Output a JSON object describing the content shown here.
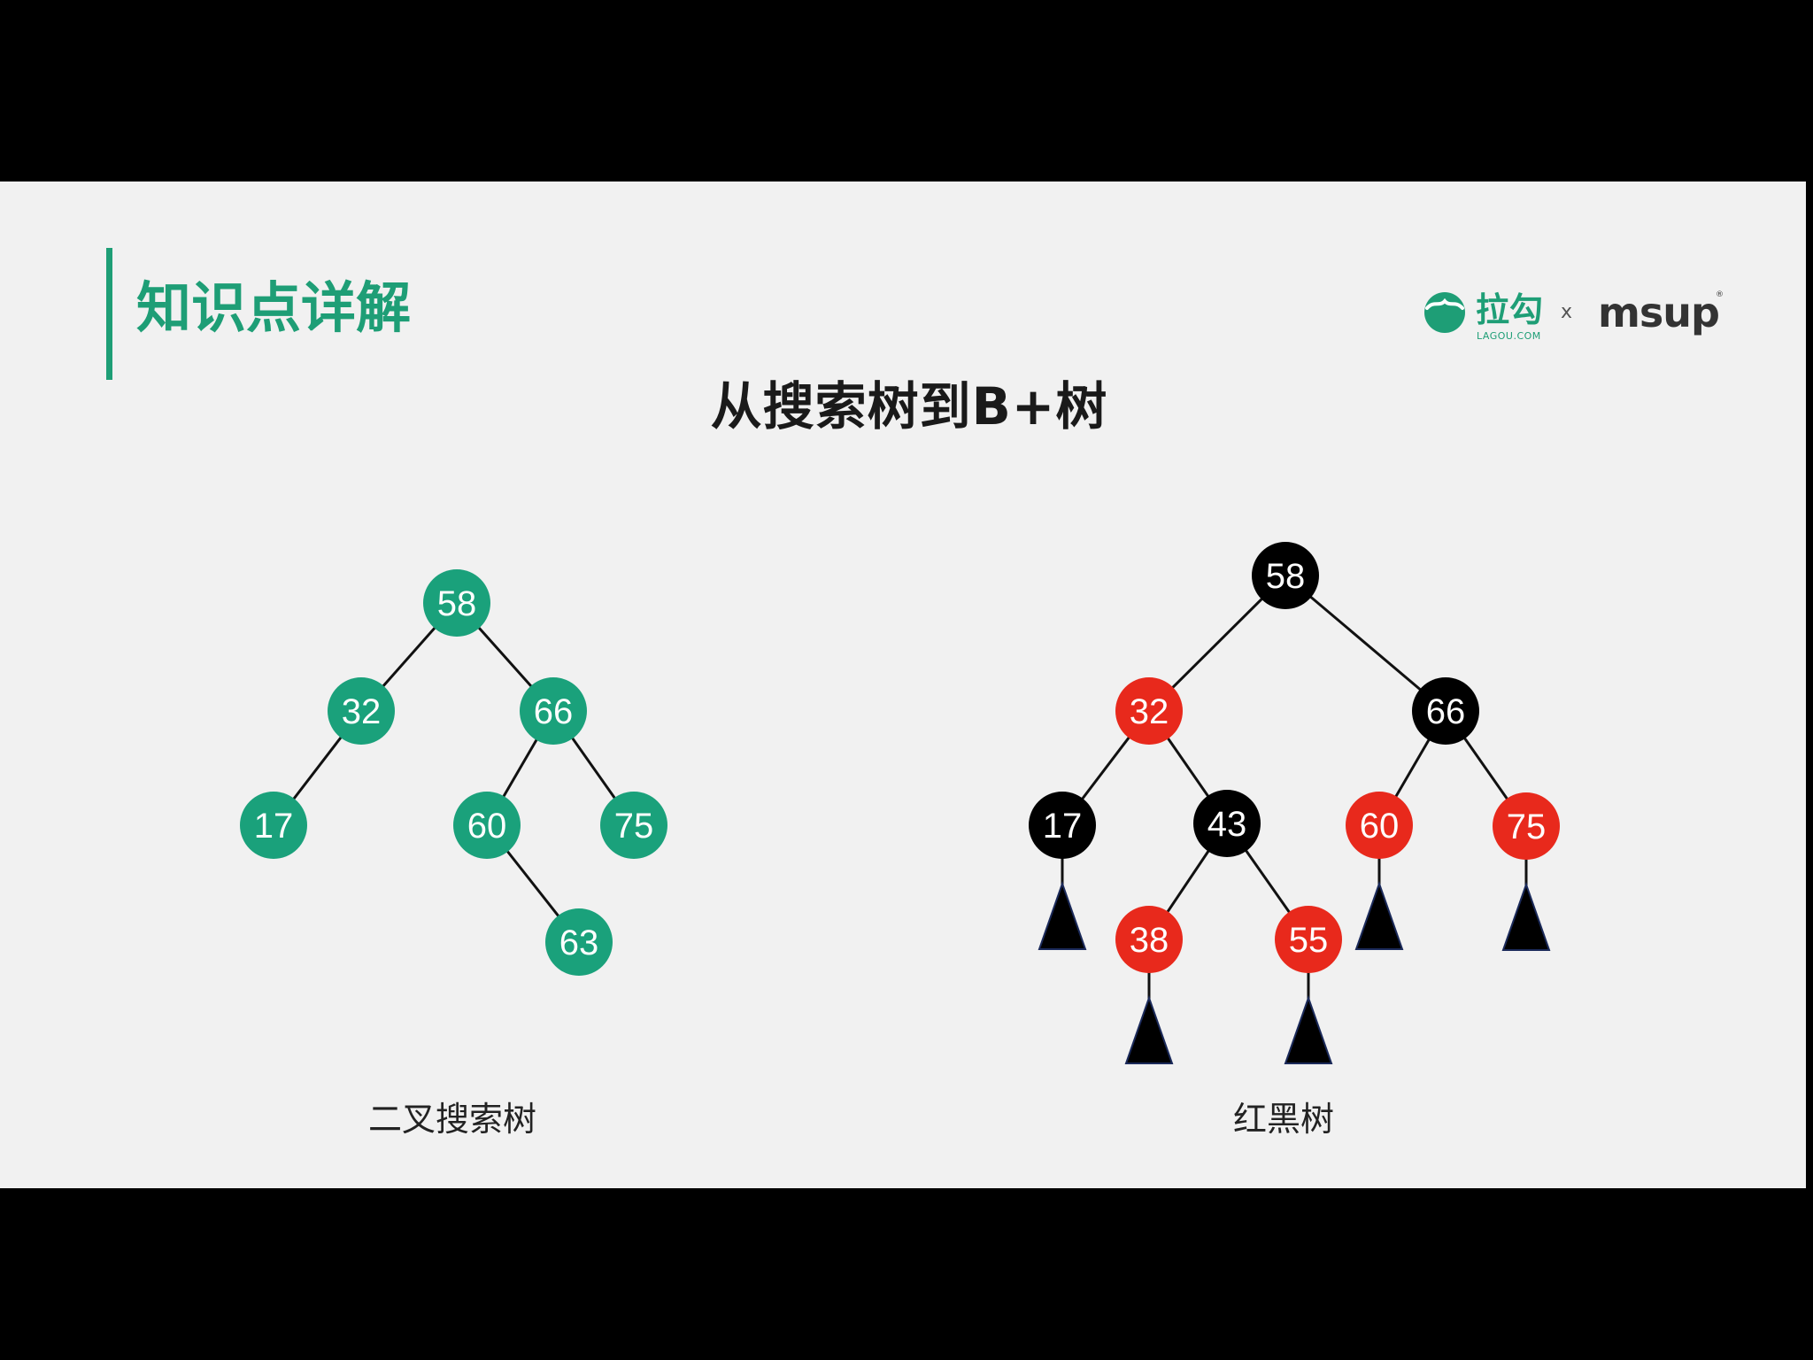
{
  "slide": {
    "section_title": "知识点详解",
    "main_title": "从搜索树到B+树"
  },
  "logos": {
    "lagou_text": "拉勾",
    "lagou_subtext": "LAGOU.COM",
    "separator": "x",
    "msup_text": "msup",
    "msup_mark": "®"
  },
  "colors": {
    "accent_green": "#1e9e76",
    "bst_node": "#1aa17b",
    "rb_red": "#e8291c",
    "rb_black": "#000000",
    "edge": "#111111",
    "nil_leaf": "#000000"
  },
  "trees": {
    "binary_search_tree": {
      "caption": "二叉搜索树",
      "nodes": [
        {
          "id": "58",
          "label": "58",
          "color": "green"
        },
        {
          "id": "32",
          "label": "32",
          "color": "green"
        },
        {
          "id": "66",
          "label": "66",
          "color": "green"
        },
        {
          "id": "17",
          "label": "17",
          "color": "green"
        },
        {
          "id": "60",
          "label": "60",
          "color": "green"
        },
        {
          "id": "75",
          "label": "75",
          "color": "green"
        },
        {
          "id": "63",
          "label": "63",
          "color": "green"
        }
      ],
      "edges": [
        [
          "58",
          "32"
        ],
        [
          "58",
          "66"
        ],
        [
          "32",
          "17"
        ],
        [
          "66",
          "60"
        ],
        [
          "66",
          "75"
        ],
        [
          "60",
          "63"
        ]
      ]
    },
    "red_black_tree": {
      "caption": "红黑树",
      "nodes": [
        {
          "id": "58",
          "label": "58",
          "color": "black"
        },
        {
          "id": "32",
          "label": "32",
          "color": "red"
        },
        {
          "id": "66",
          "label": "66",
          "color": "black"
        },
        {
          "id": "17",
          "label": "17",
          "color": "black"
        },
        {
          "id": "43",
          "label": "43",
          "color": "black"
        },
        {
          "id": "60",
          "label": "60",
          "color": "red"
        },
        {
          "id": "75",
          "label": "75",
          "color": "red"
        },
        {
          "id": "38",
          "label": "38",
          "color": "red"
        },
        {
          "id": "55",
          "label": "55",
          "color": "red"
        }
      ],
      "edges": [
        [
          "58",
          "32"
        ],
        [
          "58",
          "66"
        ],
        [
          "32",
          "17"
        ],
        [
          "32",
          "43"
        ],
        [
          "66",
          "60"
        ],
        [
          "66",
          "75"
        ],
        [
          "43",
          "38"
        ],
        [
          "43",
          "55"
        ]
      ],
      "nil_leaves": [
        "17",
        "60",
        "75",
        "38",
        "55"
      ]
    }
  }
}
